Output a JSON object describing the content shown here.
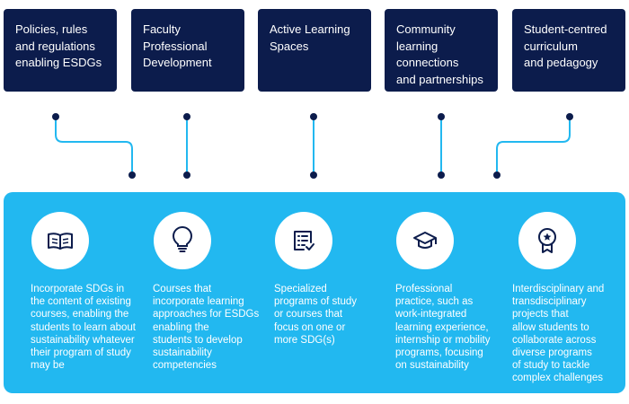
{
  "top_boxes": [
    {
      "label": "Policies, rules\nand regulations\nenabling ESDGs"
    },
    {
      "label": "Faculty\nProfessional\nDevelopment"
    },
    {
      "label": "Active Learning\nSpaces"
    },
    {
      "label": "Community\nlearning\nconnections\nand partnerships"
    },
    {
      "label": "Student-centred\ncurriculum\nand pedagogy"
    }
  ],
  "bottom_items": [
    {
      "icon": "book-icon",
      "text": "Incorporate SDGs in\nthe content of existing\ncourses, enabling the\nstudents to learn about\nsustainability whatever\ntheir program of study\nmay be"
    },
    {
      "icon": "lightbulb-icon",
      "text": "Courses that\nincorporate learning\napproaches for ESDGs\nenabling the\nstudents to develop\nsustainability\ncompetencies"
    },
    {
      "icon": "checklist-icon",
      "text": "Specialized\nprograms of study\nor courses that\nfocus on one or\nmore SDG(s)"
    },
    {
      "icon": "graduation-cap-icon",
      "text": "Professional\npractice, such as\nwork-integrated\nlearning experience,\ninternship or mobility\nprograms, focusing\non sustainability"
    },
    {
      "icon": "award-badge-icon",
      "text": "Interdisciplinary and\ntransdisciplinary\nprojects that\nallow students to\ncollaborate across\ndiverse programs\nof study to tackle\ncomplex challenges"
    }
  ],
  "colors": {
    "dark_navy": "#0c1c4c",
    "panel_blue": "#22b8f0",
    "connector_blue": "#22b8f0"
  }
}
